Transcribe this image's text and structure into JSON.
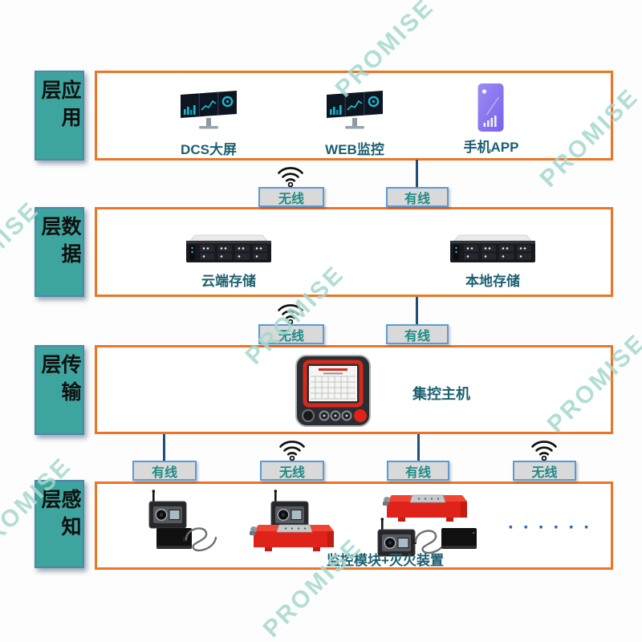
{
  "watermark": {
    "text": "PROMISE"
  },
  "layers": {
    "application": {
      "label": "应用层",
      "items": [
        {
          "label": "DCS大屏"
        },
        {
          "label": "WEB监控"
        },
        {
          "label": "手机APP"
        }
      ]
    },
    "data": {
      "label": "数据层",
      "items": [
        {
          "label": "云端存储"
        },
        {
          "label": "本地存储"
        }
      ]
    },
    "transmission": {
      "label": "传输层",
      "items": [
        {
          "label": "集控主机"
        }
      ]
    },
    "perception": {
      "label": "感知层",
      "caption": "监控模块+灭火装置",
      "more_indicator": "▪ ▪ ▪ ▪ ▪ ▪"
    }
  },
  "connectors": {
    "row1": [
      {
        "type": "wireless",
        "label": "无线"
      },
      {
        "type": "wired",
        "label": "有线"
      }
    ],
    "row2": [
      {
        "type": "wireless",
        "label": "无线"
      },
      {
        "type": "wired",
        "label": "有线"
      }
    ],
    "row3": [
      {
        "type": "wired",
        "label": "有线"
      },
      {
        "type": "wireless",
        "label": "无线"
      },
      {
        "type": "wired",
        "label": "有线"
      },
      {
        "type": "wireless",
        "label": "无线"
      }
    ]
  },
  "colors": {
    "layer_border": "#EC7527",
    "layer_label_bg": "#3DA59E",
    "connector_border": "#5B9BD5",
    "connector_bg": "#D9D9D9",
    "connector_text": "#1F8C86",
    "item_label_text": "#1C5F6F",
    "wired_line": "#1F4E79",
    "watermark": "#A5D8CF",
    "ellipsis": "#2E6DB5"
  }
}
